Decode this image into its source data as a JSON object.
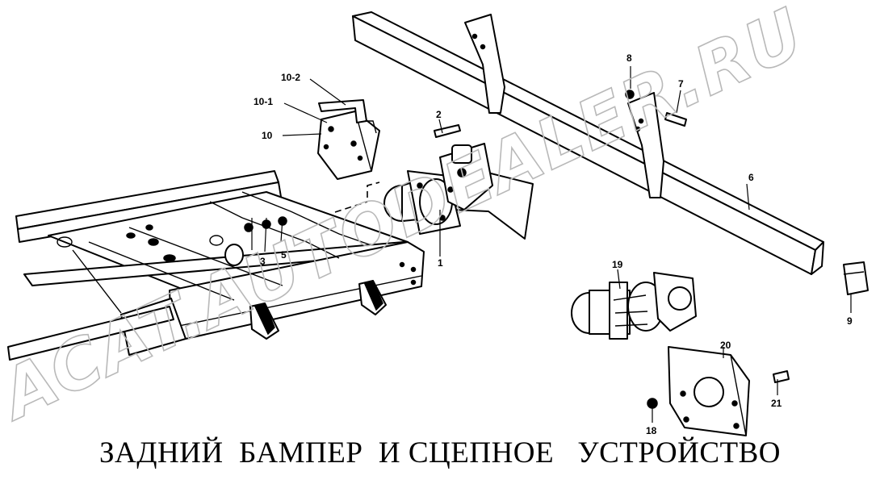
{
  "caption": "ЗАДНИЙ  БАМПЕР  И СЦЕПНОЕ   УСТРОЙСТВО",
  "watermark": "ACAT.AUTODEALER.RU",
  "callouts": {
    "p1": "1",
    "p2": "2",
    "p3": "3",
    "p5": "5",
    "p6": "6",
    "p7": "7",
    "p8": "8",
    "p9": "9",
    "p10": "10",
    "p10_1": "10-1",
    "p10_2": "10-2",
    "p18": "18",
    "p19": "19",
    "p20": "20",
    "p21": "21"
  }
}
